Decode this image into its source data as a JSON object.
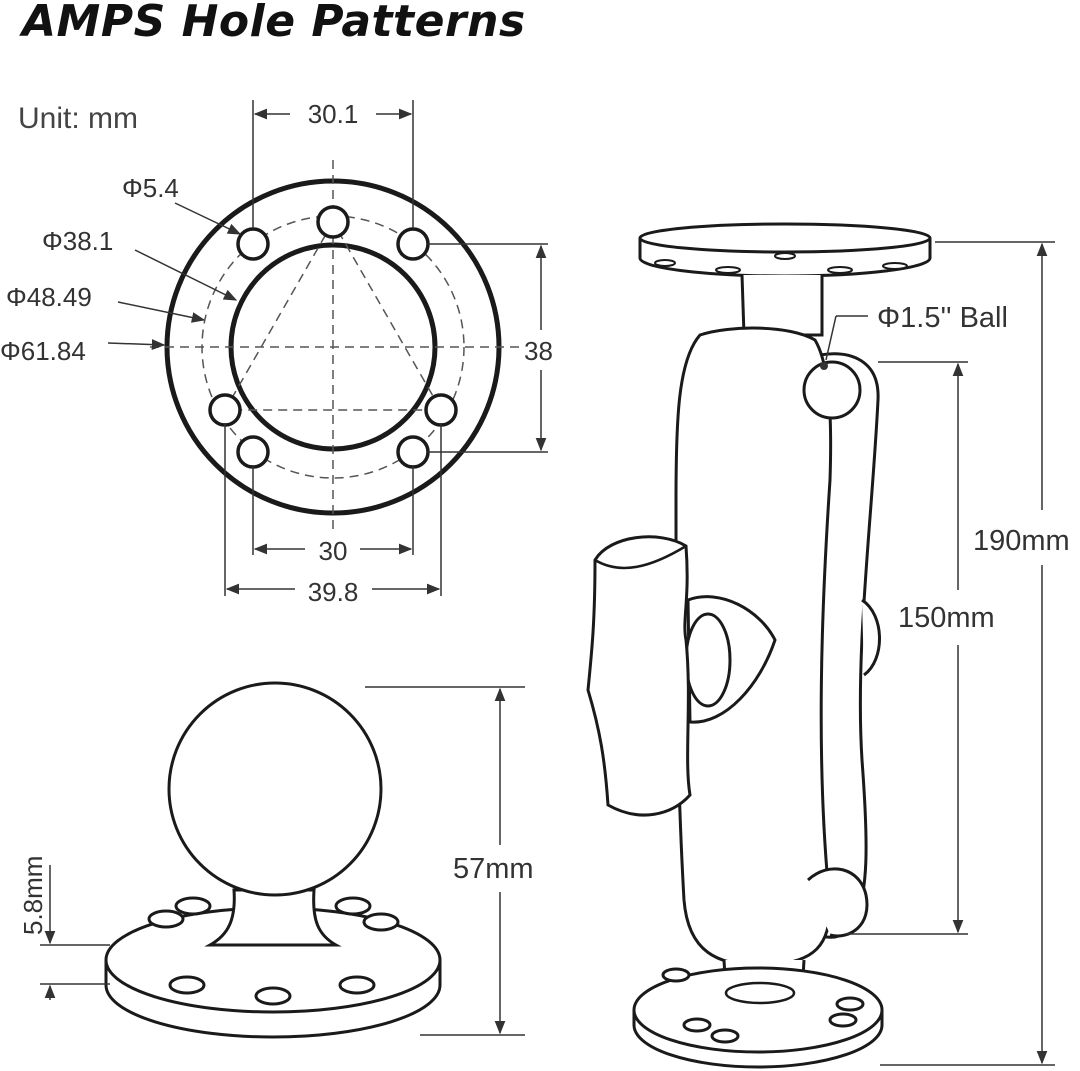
{
  "title": "AMPS Hole Patterns",
  "unit_label": "Unit: mm",
  "pattern": {
    "dia_hole": "Φ5.4",
    "dia_inner": "Φ38.1",
    "dia_bolt_circle": "Φ48.49",
    "dia_outer": "Φ61.84",
    "top_spacing": "30.1",
    "right_spacing": "38",
    "bottom_spacing_inner": "30",
    "bottom_spacing_outer": "39.8"
  },
  "ball_base": {
    "height": "57mm",
    "plate_thickness": "5.8mm"
  },
  "mount": {
    "ball_size": "Φ1.5'' Ball",
    "total_length": "190mm",
    "arm_length": "150mm"
  }
}
